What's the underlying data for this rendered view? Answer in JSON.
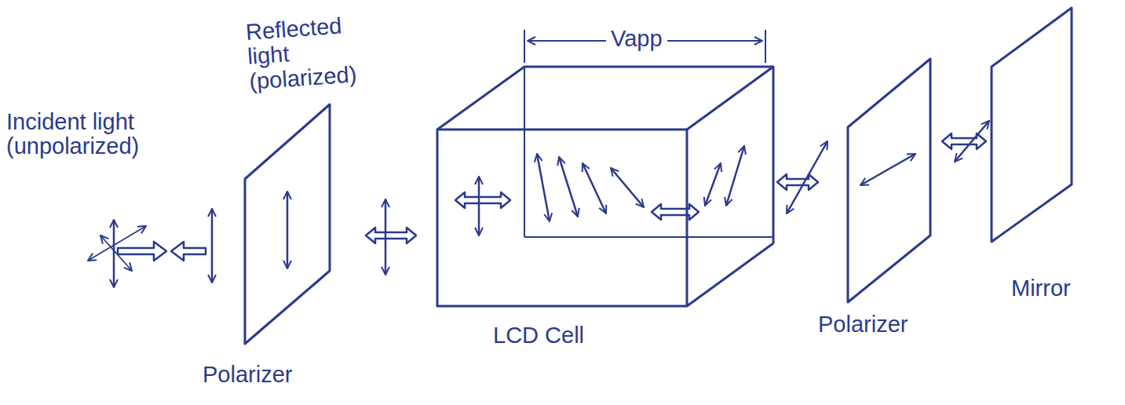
{
  "diagram": {
    "labels": [
      "Reflected light (polarized)",
      "Incident light (unpolarized)",
      "Vapp",
      "Polarizer",
      "LCD Cell",
      "Polarizer",
      "Mirror"
    ]
  }
}
